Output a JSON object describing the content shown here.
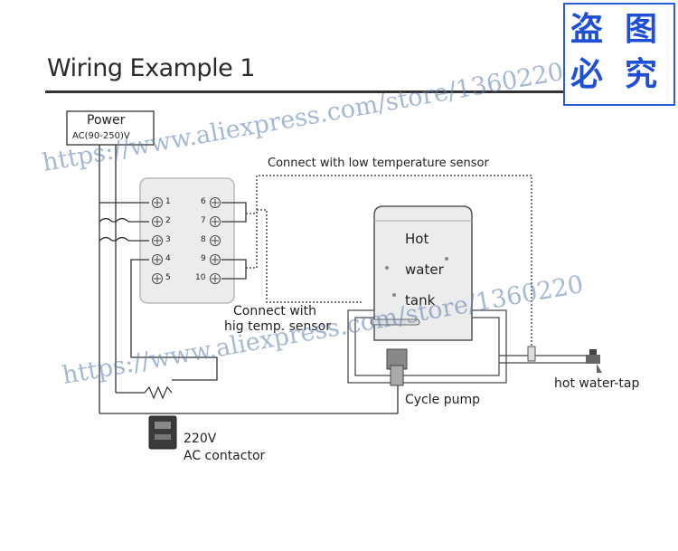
{
  "title": "Wiring Example 1",
  "seal": {
    "chars": [
      "盗",
      "图",
      "必",
      "究"
    ],
    "color": "#1f4fd6"
  },
  "power_box": {
    "label": "Power",
    "range": "AC(90-250)V"
  },
  "terminals": {
    "left": [
      "1",
      "2",
      "3",
      "4",
      "5"
    ],
    "right": [
      "6",
      "7",
      "8",
      "9",
      "10"
    ]
  },
  "sensor_labels": {
    "low_temp": "Connect with low temperature sensor",
    "high_temp_line1": "Connect with",
    "high_temp_line2": "hig temp. sensor"
  },
  "tank": {
    "line1": "Hot",
    "line2": "water",
    "line3": "tank"
  },
  "pump_label": "Cycle pump",
  "tap_label": "hot water-tap",
  "contactor": {
    "line1": "220V",
    "line2": "AC contactor"
  },
  "watermark": "https://www.aliexpress.com/store/1360220"
}
